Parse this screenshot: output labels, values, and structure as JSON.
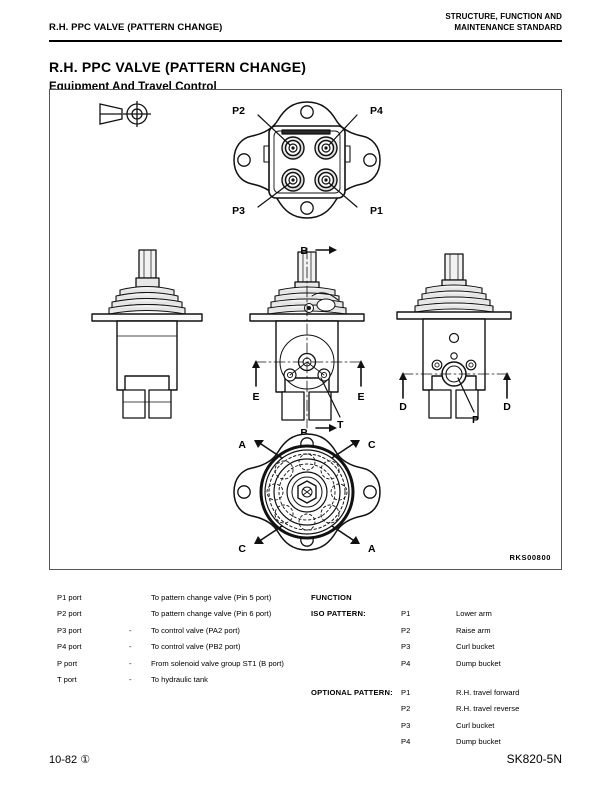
{
  "header": {
    "left": "R.H. PPC VALVE (PATTERN CHANGE)",
    "right_line1": "STRUCTURE, FUNCTION AND",
    "right_line2": "MAINTENANCE STANDARD"
  },
  "title": "R.H. PPC VALVE (PATTERN CHANGE)",
  "subtitle": "Equipment And Travel Control",
  "figure": {
    "reference": "RKS00800",
    "projection_symbol": "first-angle-projection-symbol",
    "top_view": {
      "labels": [
        "P2",
        "P4",
        "P3",
        "P1"
      ]
    },
    "front_section_view": {
      "labels": [
        "B",
        "B",
        "E",
        "E",
        "T"
      ]
    },
    "side_section_view": {
      "labels": [
        "D",
        "D",
        "P"
      ]
    },
    "bottom_view": {
      "labels": [
        "A",
        "C",
        "C",
        "A"
      ]
    }
  },
  "ports": {
    "rows": [
      {
        "name": "P1 port",
        "dash": "",
        "desc": "To pattern change valve (Pin 5 port)"
      },
      {
        "name": "P2 port",
        "dash": "",
        "desc": "To pattern change valve (Pin 6 port)"
      },
      {
        "name": "P3 port",
        "dash": "-",
        "desc": "To control valve (PA2 port)"
      },
      {
        "name": "P4 port",
        "dash": "-",
        "desc": "To control valve (PB2 port)"
      },
      {
        "name": "P port",
        "dash": "-",
        "desc": "From solenoid valve group ST1 (B port)"
      },
      {
        "name": "T port",
        "dash": "-",
        "desc": "To hydraulic tank"
      }
    ]
  },
  "function": {
    "heading": "FUNCTION",
    "groups": [
      {
        "label": "ISO PATTERN:",
        "rows": [
          {
            "port": "P1",
            "desc": "Lower arm"
          },
          {
            "port": "P2",
            "desc": "Raise arm"
          },
          {
            "port": "P3",
            "desc": "Curl bucket"
          },
          {
            "port": "P4",
            "desc": "Dump bucket"
          }
        ]
      },
      {
        "label": "OPTIONAL PATTERN:",
        "rows": [
          {
            "port": "P1",
            "desc": "R.H. travel forward"
          },
          {
            "port": "P2",
            "desc": "R.H. travel reverse"
          },
          {
            "port": "P3",
            "desc": "Curl bucket"
          },
          {
            "port": "P4",
            "desc": "Dump bucket"
          }
        ]
      }
    ]
  },
  "footer": {
    "left": "10-82 ①",
    "right": "SK820-5N"
  }
}
